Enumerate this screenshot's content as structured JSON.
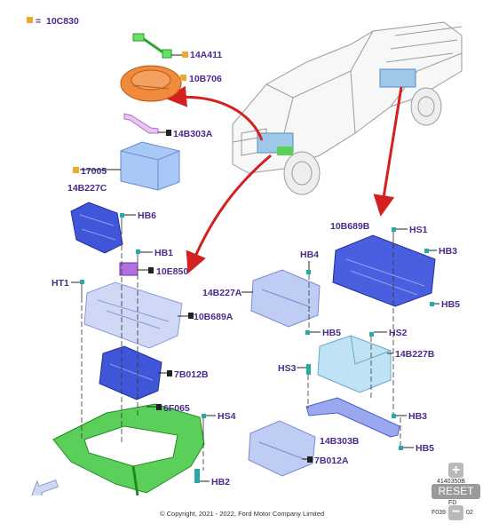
{
  "legend": {
    "code": "10C830",
    "prefix": "=",
    "color": "#f0a830"
  },
  "labels": {
    "p14A411": "14A411",
    "p10B706": "10B706",
    "p14B303A": "14B303A",
    "p17005": "17005",
    "p14B227C": "14B227C",
    "pHB6": "HB6",
    "pHB1": "HB1",
    "p10E850": "10E850",
    "pHT1": "HT1",
    "p10B689A": "10B689A",
    "p7B012B": "7B012B",
    "p6F065": "6F065",
    "pHS4": "HS4",
    "pHB2": "HB2",
    "p10B689B": "10B689B",
    "pHS1": "HS1",
    "pHB3a": "HB3",
    "pHB4": "HB4",
    "p14B227A": "14B227A",
    "pHB5a": "HB5",
    "pHB5b": "HB5",
    "pHS2": "HS2",
    "p14B227B": "14B227B",
    "pHS3": "HS3",
    "pHB3b": "HB3",
    "p14B303B": "14B303B",
    "pHB5c": "HB5",
    "p7B012A": "7B012A"
  },
  "copyright": "© Copyright, 2021 - 2022, Ford Motor Company Limited",
  "figure_code_top": "4140350B",
  "figure_code_mid": "FD",
  "figure_code_left": "F039",
  "figure_code_right": "02",
  "controls": {
    "zoom_in": "+",
    "reset": "RESET",
    "zoom_out": "−"
  },
  "colors": {
    "label": "#4b2a8c",
    "arrow": "#d42020",
    "frame": "#3ec23e",
    "module_blue": "#5c6fe0",
    "module_light": "#b8c8f0",
    "battery": "#a8c8f5",
    "hardware": "#2aa8a8",
    "orange_part": "#f08a3c"
  }
}
